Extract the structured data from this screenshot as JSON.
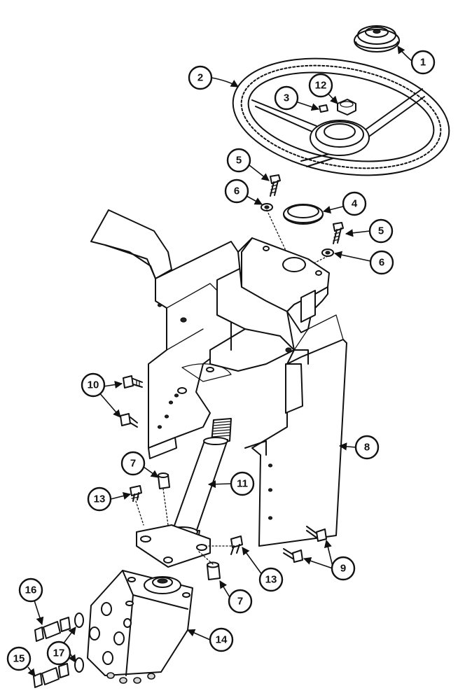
{
  "callouts": [
    {
      "id": "c1",
      "label": "1"
    },
    {
      "id": "c2",
      "label": "2"
    },
    {
      "id": "c3",
      "label": "3"
    },
    {
      "id": "c12",
      "label": "12"
    },
    {
      "id": "c5a",
      "label": "5"
    },
    {
      "id": "c4",
      "label": "4"
    },
    {
      "id": "c6a",
      "label": "6"
    },
    {
      "id": "c5b",
      "label": "5"
    },
    {
      "id": "c6b",
      "label": "6"
    },
    {
      "id": "c10",
      "label": "10"
    },
    {
      "id": "c8",
      "label": "8"
    },
    {
      "id": "c7a",
      "label": "7"
    },
    {
      "id": "c11",
      "label": "11"
    },
    {
      "id": "c13a",
      "label": "13"
    },
    {
      "id": "c9",
      "label": "9"
    },
    {
      "id": "c13b",
      "label": "13"
    },
    {
      "id": "c7b",
      "label": "7"
    },
    {
      "id": "c16",
      "label": "16"
    },
    {
      "id": "c14",
      "label": "14"
    },
    {
      "id": "c17",
      "label": "17"
    },
    {
      "id": "c15",
      "label": "15"
    }
  ]
}
